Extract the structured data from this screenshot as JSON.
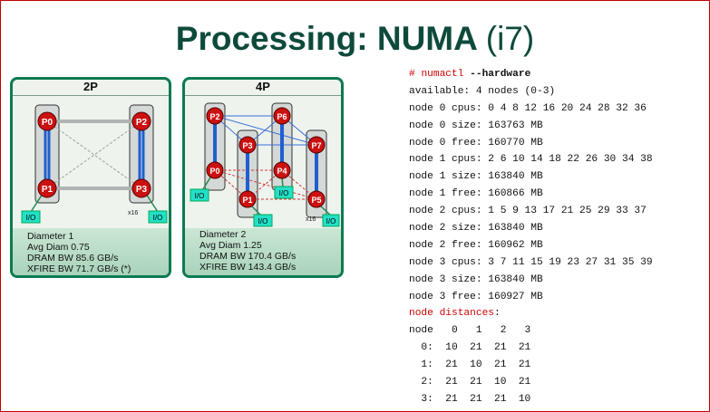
{
  "title": {
    "main": "Processing: NUMA",
    "sub": "(i7)"
  },
  "card_2p": {
    "header": "2P",
    "nodes": [
      "P0",
      "P1",
      "P2",
      "P3"
    ],
    "io_label": "I/O",
    "x16_label": "x16",
    "stats": [
      "Diameter    1",
      "Avg Diam    0.75",
      "DRAM  BW 85.6 GB/s",
      "XFIRE BW 71.7 GB/s (*)"
    ]
  },
  "card_4p": {
    "header": "4P",
    "nodes": [
      "P0",
      "P1",
      "P2",
      "P3",
      "P4",
      "P5",
      "P6",
      "P7"
    ],
    "io_label": "I/O",
    "x16_label": "x16",
    "stats": [
      "Diameter    2",
      "Avg Diam    1.25",
      "DRAM  BW 170.4 GB/s",
      "XFIRE BW 143.4 GB/s"
    ]
  },
  "terminal": {
    "prompt": "# ",
    "command": "numactl",
    "arg": " --hardware",
    "lines": [
      "available: 4 nodes (0-3)",
      "node 0 cpus: 0 4 8 12 16 20 24 28 32 36",
      "node 0 size: 163763 MB",
      "node 0 free: 160770 MB",
      "node 1 cpus: 2 6 10 14 18 22 26 30 34 38",
      "node 1 size: 163840 MB",
      "node 1 free: 160866 MB",
      "node 2 cpus: 1 5 9 13 17 21 25 29 33 37",
      "node 2 size: 163840 MB",
      "node 2 free: 160962 MB",
      "node 3 cpus: 3 7 11 15 19 23 27 31 35 39",
      "node 3 size: 163840 MB",
      "node 3 free: 160927 MB"
    ],
    "distances_label": "node distances",
    "distances_colon": ":",
    "matrix": [
      "node   0   1   2   3",
      "  0:  10  21  21  21",
      "  1:  21  10  21  21",
      "  2:  21  21  10  21",
      "  3:  21  21  21  10"
    ]
  }
}
